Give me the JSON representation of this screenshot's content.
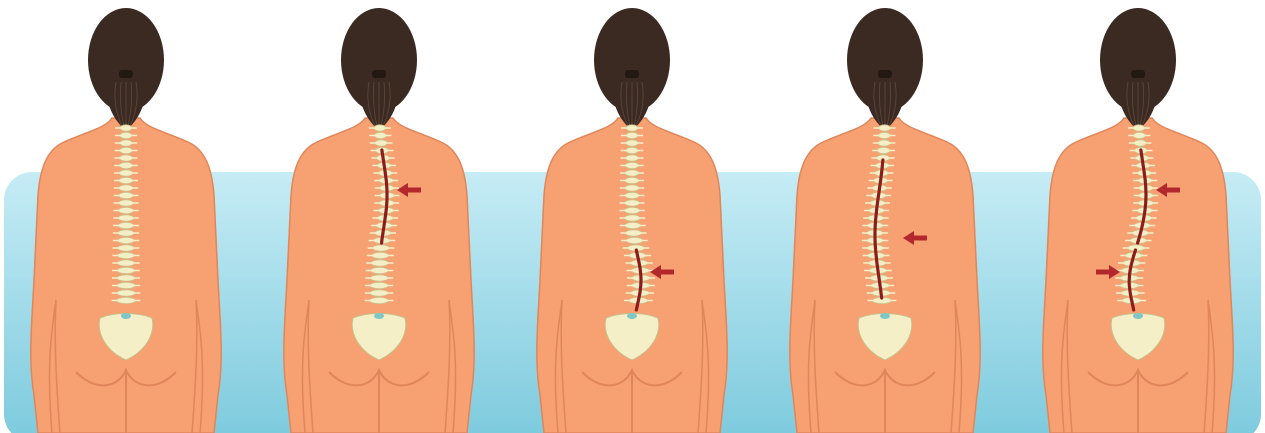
{
  "colors": {
    "backdrop_top": "#c6ecf5",
    "backdrop_bottom": "#7ccadd",
    "skin": "#f7a072",
    "skin_shadow": "#e0865a",
    "hair": "#3a2a22",
    "bone": "#f5efc8",
    "bone_outline": "#c9c08a",
    "curve_line": "#8e1c1c",
    "arrow": "#b3282d"
  },
  "figures": [
    {
      "id": "normal",
      "curve": [],
      "arrows": []
    },
    {
      "id": "upper-curve",
      "curve": [
        "upper"
      ],
      "arrows": [
        {
          "side": "right",
          "level": "upper"
        }
      ]
    },
    {
      "id": "lower-curve",
      "curve": [
        "lower"
      ],
      "arrows": [
        {
          "side": "right",
          "level": "lower"
        }
      ]
    },
    {
      "id": "long-curve",
      "curve": [
        "long"
      ],
      "arrows": [
        {
          "side": "right",
          "level": "middle"
        }
      ]
    },
    {
      "id": "double-curve",
      "curve": [
        "upper",
        "lower"
      ],
      "arrows": [
        {
          "side": "right",
          "level": "upper"
        },
        {
          "side": "left",
          "level": "lower"
        }
      ]
    }
  ]
}
